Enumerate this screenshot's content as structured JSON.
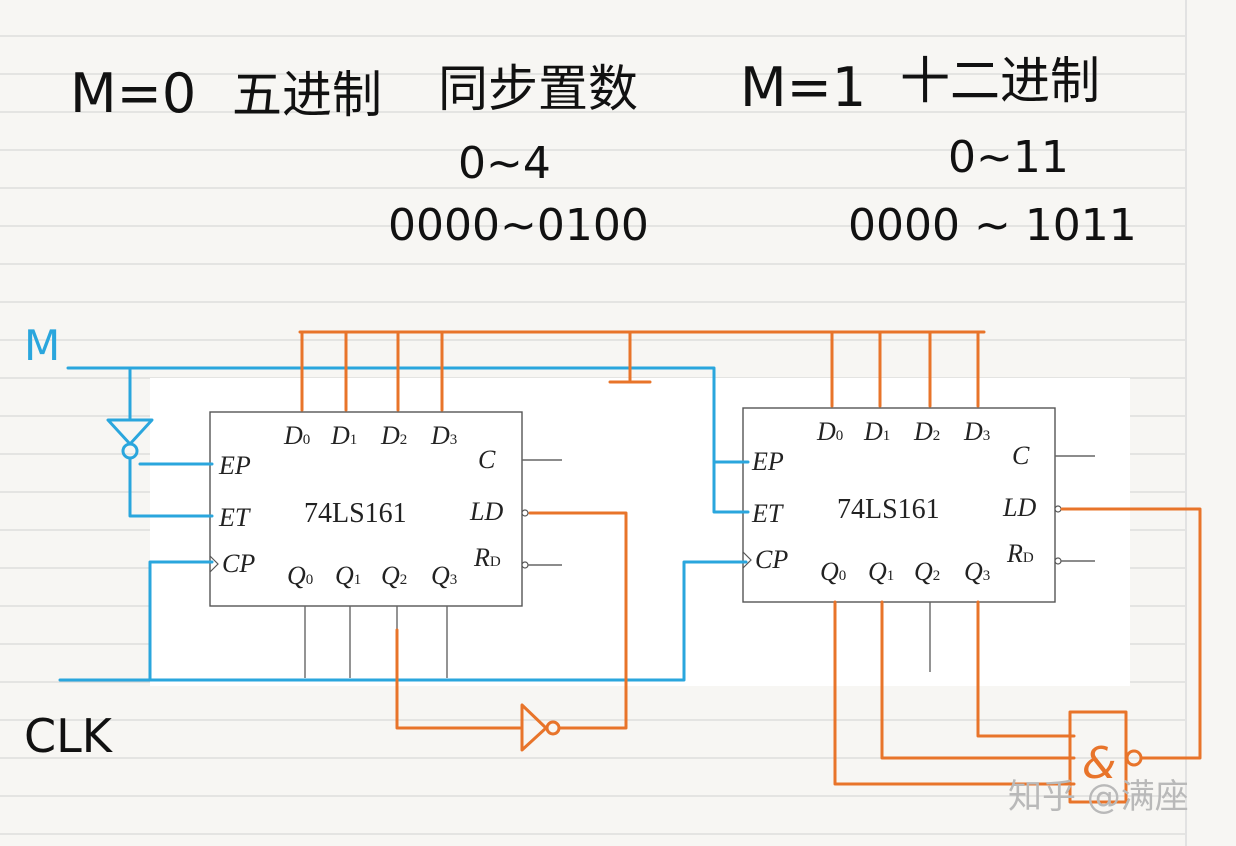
{
  "colors": {
    "paper": "#f7f6f3",
    "ruling": "#d2d2d2",
    "ink": "#111111",
    "blue_wire": "#2aa6dd",
    "orange_wire": "#e8742a",
    "chip_line": "#555555",
    "watermark": "#b9b9b9"
  },
  "notes": {
    "left": {
      "mode": "M=0",
      "type": "五进制",
      "method": "同步置数",
      "range_dec": "0~4",
      "range_bin": "0000~0100"
    },
    "right": {
      "mode": "M=1",
      "type": "十二进制",
      "range_dec": "0~11",
      "range_bin": "0000 ~ 1011"
    }
  },
  "circuit": {
    "signal_m": "M",
    "signal_clk": "CLK",
    "chip_name": "74LS161",
    "pins": {
      "d_prefix": "D",
      "d_subs": [
        "0",
        "1",
        "2",
        "3"
      ],
      "q_prefix": "Q",
      "q_subs": [
        "0",
        "1",
        "2",
        "3"
      ],
      "ep": "EP",
      "et": "ET",
      "cp": "CP",
      "c": "C",
      "ld": "LD",
      "rd": "R",
      "rd_sub": "D"
    },
    "and_gate_symbol": "&"
  },
  "watermark": "知乎 @满座"
}
